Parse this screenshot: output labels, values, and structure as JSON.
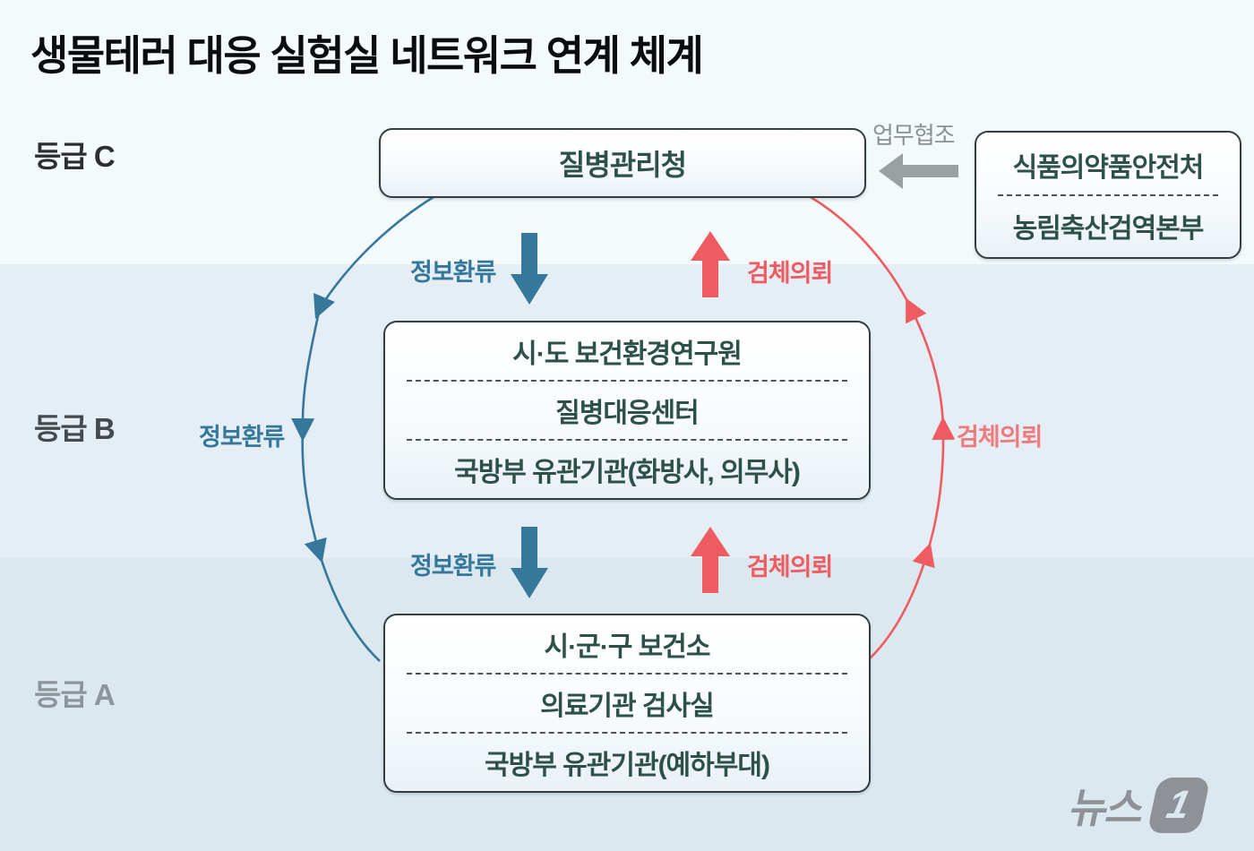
{
  "title": "생물테러 대응 실험실 네트워크 연계 체계",
  "grades": {
    "c": "등급 C",
    "b": "등급 B",
    "a": "등급 A"
  },
  "boxes": {
    "kdca": {
      "title": "질병관리청"
    },
    "external": {
      "line1": "식품의약품안전처",
      "line2": "농림축산검역본부"
    },
    "grade_b": {
      "line1": "시·도 보건환경연구원",
      "line2": "질병대응센터",
      "line3": "국방부 유관기관(화방사, 의무사)"
    },
    "grade_a": {
      "line1": "시·군·구 보건소",
      "line2": "의료기관 검사실",
      "line3": "국방부 유관기관(예하부대)"
    }
  },
  "labels": {
    "cooperation": "업무협조",
    "info_feedback": "정보환류",
    "sample_request": "검체의뢰"
  },
  "colors": {
    "teal": "#35789b",
    "red": "#ee5b61",
    "gray_arrow": "#9ba0a3",
    "box_text": "#2d5049",
    "band_c": "#f4f9fb",
    "band_b": "#e5eef5",
    "band_a": "#dce8f0"
  },
  "logo": {
    "text": "뉴스",
    "number": "1"
  }
}
